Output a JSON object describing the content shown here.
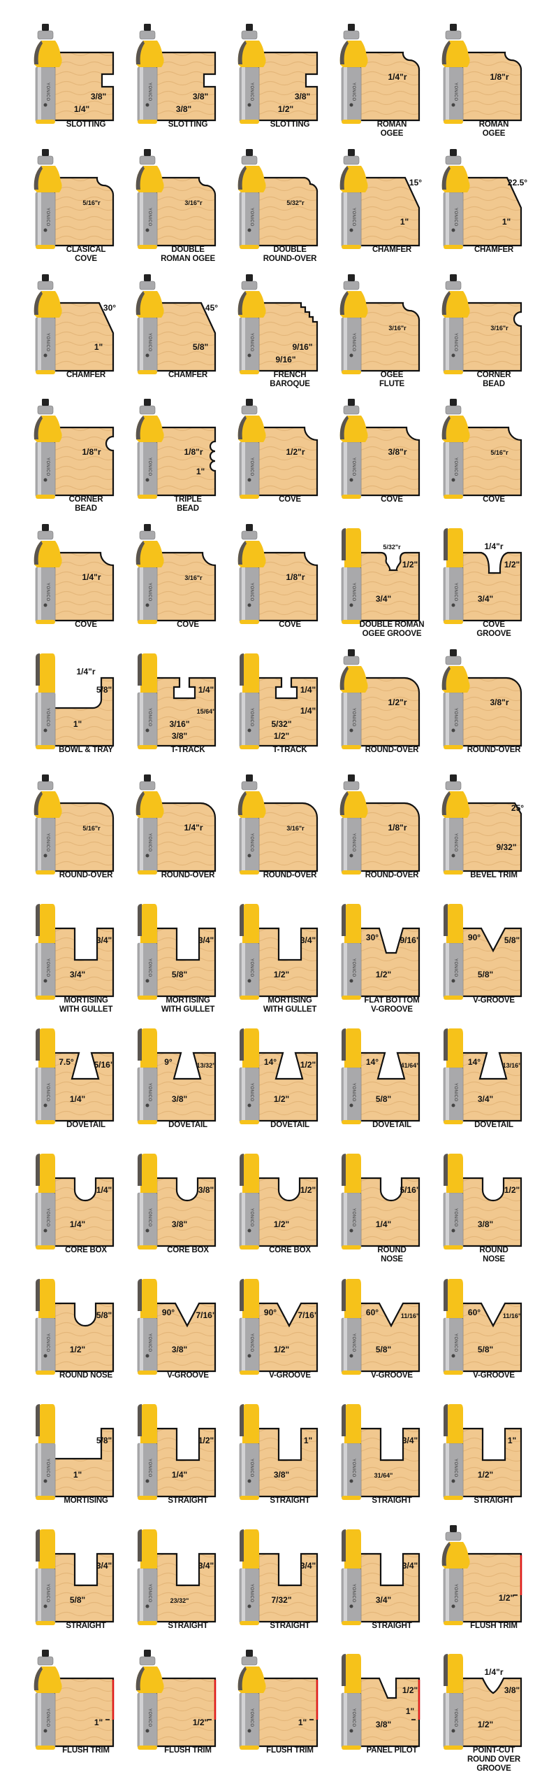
{
  "brand": "YONICO",
  "colors": {
    "wood": "#f1c88f",
    "wood_grain": "#d9a868",
    "outline": "#111111",
    "cutter": "#f6c21a",
    "carbide": "#5a5550",
    "shank": "#a9a9ab",
    "flush_edge": "#e21b1b"
  },
  "bits": [
    {
      "label": "SLOTTING",
      "profile": "slot",
      "bearing": true,
      "dims": [
        "3/8\"",
        "1/4\""
      ]
    },
    {
      "label": "SLOTTING",
      "profile": "slot",
      "bearing": true,
      "dims": [
        "3/8\"",
        "3/8\""
      ]
    },
    {
      "label": "SLOTTING",
      "profile": "slot",
      "bearing": true,
      "dims": [
        "3/8\"",
        "1/2\""
      ]
    },
    {
      "label": "ROMAN\nOGEE",
      "profile": "ogee",
      "bearing": true,
      "dims": [
        "1/4\"r"
      ]
    },
    {
      "label": "ROMAN\nOGEE",
      "profile": "ogee",
      "bearing": true,
      "dims": [
        "1/8\"r"
      ]
    },
    {
      "label": "CLASICAL\nCOVE",
      "profile": "ogee",
      "bearing": true,
      "dims": [
        "5/16\"r"
      ]
    },
    {
      "label": "DOUBLE\nROMAN OGEE",
      "profile": "ogee",
      "bearing": true,
      "dims": [
        "3/16\"r"
      ]
    },
    {
      "label": "DOUBLE\nROUND-OVER",
      "profile": "double-roundover",
      "bearing": true,
      "dims": [
        "5/32\"r"
      ]
    },
    {
      "label": "CHAMFER",
      "profile": "chamfer",
      "bearing": true,
      "dims": [
        "15°",
        "1\""
      ]
    },
    {
      "label": "CHAMFER",
      "profile": "chamfer",
      "bearing": true,
      "dims": [
        "22.5°",
        "1\""
      ]
    },
    {
      "label": "CHAMFER",
      "profile": "chamfer",
      "bearing": true,
      "dims": [
        "30°",
        "1\""
      ]
    },
    {
      "label": "CHAMFER",
      "profile": "chamfer",
      "bearing": true,
      "dims": [
        "45°",
        "5/8\""
      ]
    },
    {
      "label": "FRENCH\nBAROQUE",
      "profile": "baroque",
      "bearing": true,
      "dims": [
        "9/16\"",
        "9/16\""
      ]
    },
    {
      "label": "OGEE\nFLUTE",
      "profile": "ogee",
      "bearing": true,
      "dims": [
        "3/16\"r"
      ]
    },
    {
      "label": "CORNER\nBEAD",
      "profile": "bead",
      "bearing": true,
      "dims": [
        "3/16\"r"
      ]
    },
    {
      "label": "CORNER\nBEAD",
      "profile": "bead",
      "bearing": true,
      "dims": [
        "1/8\"r"
      ]
    },
    {
      "label": "TRIPLE\nBEAD",
      "profile": "triple-bead",
      "bearing": true,
      "dims": [
        "1/8\"r",
        "1\""
      ]
    },
    {
      "label": "COVE",
      "profile": "cove",
      "bearing": true,
      "dims": [
        "1/2\"r"
      ]
    },
    {
      "label": "COVE",
      "profile": "cove",
      "bearing": true,
      "dims": [
        "3/8\"r"
      ]
    },
    {
      "label": "COVE",
      "profile": "cove",
      "bearing": true,
      "dims": [
        "5/16\"r"
      ]
    },
    {
      "label": "COVE",
      "profile": "cove",
      "bearing": true,
      "dims": [
        "1/4\"r"
      ]
    },
    {
      "label": "COVE",
      "profile": "cove",
      "bearing": true,
      "dims": [
        "3/16\"r"
      ]
    },
    {
      "label": "COVE",
      "profile": "cove",
      "bearing": true,
      "dims": [
        "1/8\"r"
      ]
    },
    {
      "label": "DOUBLE ROMAN\nOGEE GROOVE",
      "profile": "ogee-groove",
      "bearing": false,
      "dims": [
        "5/32\"r",
        "1/2\"",
        "3/4\""
      ]
    },
    {
      "label": "COVE\nGROOVE",
      "profile": "cove-groove",
      "bearing": false,
      "dims": [
        "1/4\"r",
        "1/2\"",
        "3/4\""
      ]
    },
    {
      "label": "BOWL & TRAY",
      "profile": "bowl",
      "bearing": false,
      "dims": [
        "1/4\"r",
        "5/8\"",
        "1\""
      ]
    },
    {
      "label": "T-TRACK",
      "profile": "t-track",
      "bearing": false,
      "dims": [
        "1/4\"",
        "3/16\"",
        "15/64\"",
        "3/8\""
      ]
    },
    {
      "label": "T-TRACK",
      "profile": "t-track",
      "bearing": false,
      "dims": [
        "1/4\"",
        "5/32\"",
        "1/4\"",
        "1/2\""
      ]
    },
    {
      "label": "ROUND-OVER",
      "profile": "roundover",
      "bearing": true,
      "dims": [
        "1/2\"r"
      ]
    },
    {
      "label": "ROUND-OVER",
      "profile": "roundover",
      "bearing": true,
      "dims": [
        "3/8\"r"
      ]
    },
    {
      "label": "ROUND-OVER",
      "profile": "roundover",
      "bearing": true,
      "dims": [
        "5/16\"r"
      ]
    },
    {
      "label": "ROUND-OVER",
      "profile": "roundover",
      "bearing": true,
      "dims": [
        "1/4\"r"
      ]
    },
    {
      "label": "ROUND-OVER",
      "profile": "roundover",
      "bearing": true,
      "dims": [
        "3/16\"r"
      ]
    },
    {
      "label": "ROUND-OVER",
      "profile": "roundover",
      "bearing": true,
      "dims": [
        "1/8\"r"
      ]
    },
    {
      "label": "BEVEL TRIM",
      "profile": "bevel",
      "bearing": true,
      "dims": [
        "9/32\"",
        "25°"
      ]
    },
    {
      "label": "MORTISING\nWITH GULLET",
      "profile": "straight",
      "bearing": false,
      "dims": [
        "3/4\"",
        "3/4\""
      ]
    },
    {
      "label": "MORTISING\nWITH GULLET",
      "profile": "straight",
      "bearing": false,
      "dims": [
        "3/4\"",
        "5/8\""
      ]
    },
    {
      "label": "MORTISING\nWITH GULLET",
      "profile": "straight",
      "bearing": false,
      "dims": [
        "3/4\"",
        "1/2\""
      ]
    },
    {
      "label": "FLAT BOTTOM\nV-GROOVE",
      "profile": "flat-v",
      "bearing": false,
      "dims": [
        "30°",
        "9/16\"",
        "1/2\""
      ]
    },
    {
      "label": "V-GROOVE",
      "profile": "v-groove",
      "bearing": false,
      "dims": [
        "90°",
        "5/8\"",
        "5/8\""
      ]
    },
    {
      "label": "DOVETAIL",
      "profile": "dovetail",
      "bearing": false,
      "dims": [
        "7.5°",
        "5/16\"",
        "1/4\""
      ]
    },
    {
      "label": "DOVETAIL",
      "profile": "dovetail",
      "bearing": false,
      "dims": [
        "9°",
        "13/32\"",
        "3/8\""
      ]
    },
    {
      "label": "DOVETAIL",
      "profile": "dovetail",
      "bearing": false,
      "dims": [
        "14°",
        "1/2\"",
        "1/2\""
      ]
    },
    {
      "label": "DOVETAIL",
      "profile": "dovetail",
      "bearing": false,
      "dims": [
        "14°",
        "41/64\"",
        "5/8\""
      ]
    },
    {
      "label": "DOVETAIL",
      "profile": "dovetail",
      "bearing": false,
      "dims": [
        "14°",
        "13/16\"",
        "3/4\""
      ]
    },
    {
      "label": "CORE BOX",
      "profile": "round-groove",
      "bearing": false,
      "dims": [
        "1/4\"",
        "1/4\""
      ]
    },
    {
      "label": "CORE BOX",
      "profile": "round-groove",
      "bearing": false,
      "dims": [
        "3/8\"",
        "3/8\""
      ]
    },
    {
      "label": "CORE BOX",
      "profile": "round-groove",
      "bearing": false,
      "dims": [
        "1/2\"",
        "1/2\""
      ]
    },
    {
      "label": "ROUND\nNOSE",
      "profile": "round-groove",
      "bearing": false,
      "dims": [
        "5/16\"",
        "1/4\""
      ]
    },
    {
      "label": "ROUND\nNOSE",
      "profile": "round-groove",
      "bearing": false,
      "dims": [
        "1/2\"",
        "3/8\""
      ]
    },
    {
      "label": "ROUND NOSE",
      "profile": "round-groove",
      "bearing": false,
      "dims": [
        "5/8\"",
        "1/2\""
      ]
    },
    {
      "label": "V-GROOVE",
      "profile": "v-groove",
      "bearing": false,
      "dims": [
        "90°",
        "7/16\"",
        "3/8\""
      ]
    },
    {
      "label": "V-GROOVE",
      "profile": "v-groove",
      "bearing": false,
      "dims": [
        "90°",
        "7/16\"",
        "1/2\""
      ]
    },
    {
      "label": "V-GROOVE",
      "profile": "v-groove",
      "bearing": false,
      "dims": [
        "60°",
        "11/16\"",
        "5/8\""
      ]
    },
    {
      "label": "V-GROOVE",
      "profile": "v-groove",
      "bearing": false,
      "dims": [
        "60°",
        "11/16\"",
        "5/8\""
      ]
    },
    {
      "label": "MORTISING",
      "profile": "rabbet",
      "bearing": false,
      "dims": [
        "5/8\"",
        "1\""
      ]
    },
    {
      "label": "STRAIGHT",
      "profile": "straight",
      "bearing": false,
      "dims": [
        "1/2\"",
        "1/4\""
      ]
    },
    {
      "label": "STRAIGHT",
      "profile": "straight",
      "bearing": false,
      "dims": [
        "1\"",
        "3/8\""
      ]
    },
    {
      "label": "STRAIGHT",
      "profile": "straight",
      "bearing": false,
      "dims": [
        "3/4\"",
        "31/64\""
      ]
    },
    {
      "label": "STRAIGHT",
      "profile": "straight",
      "bearing": false,
      "dims": [
        "1\"",
        "1/2\""
      ]
    },
    {
      "label": "STRAIGHT",
      "profile": "straight",
      "bearing": false,
      "dims": [
        "3/4\"",
        "5/8\""
      ]
    },
    {
      "label": "STRAIGHT",
      "profile": "straight",
      "bearing": false,
      "dims": [
        "3/4\"",
        "23/32\""
      ]
    },
    {
      "label": "STRAIGHT",
      "profile": "straight",
      "bearing": false,
      "dims": [
        "3/4\"",
        "7/32\""
      ]
    },
    {
      "label": "STRAIGHT",
      "profile": "straight",
      "bearing": false,
      "dims": [
        "3/4\"",
        "3/4\""
      ]
    },
    {
      "label": "FLUSH TRIM",
      "profile": "flush",
      "bearing": true,
      "dims": [
        "1/2\""
      ]
    },
    {
      "label": "FLUSH TRIM",
      "profile": "flush",
      "bearing": true,
      "dims": [
        "1\""
      ]
    },
    {
      "label": "FLUSH TRIM",
      "profile": "flush",
      "bearing": true,
      "dims": [
        "1/2\""
      ]
    },
    {
      "label": "FLUSH TRIM",
      "profile": "flush",
      "bearing": true,
      "dims": [
        "1\""
      ]
    },
    {
      "label": "PANEL PILOT",
      "profile": "panel-pilot",
      "bearing": false,
      "dims": [
        "1/2\"",
        "3/8\"",
        "1\""
      ]
    },
    {
      "label": "POINT-CUT\nROUND OVER\nGROOVE",
      "profile": "point-cut",
      "bearing": false,
      "dims": [
        "1/4\"r",
        "3/8\"",
        "1/2\""
      ]
    }
  ]
}
